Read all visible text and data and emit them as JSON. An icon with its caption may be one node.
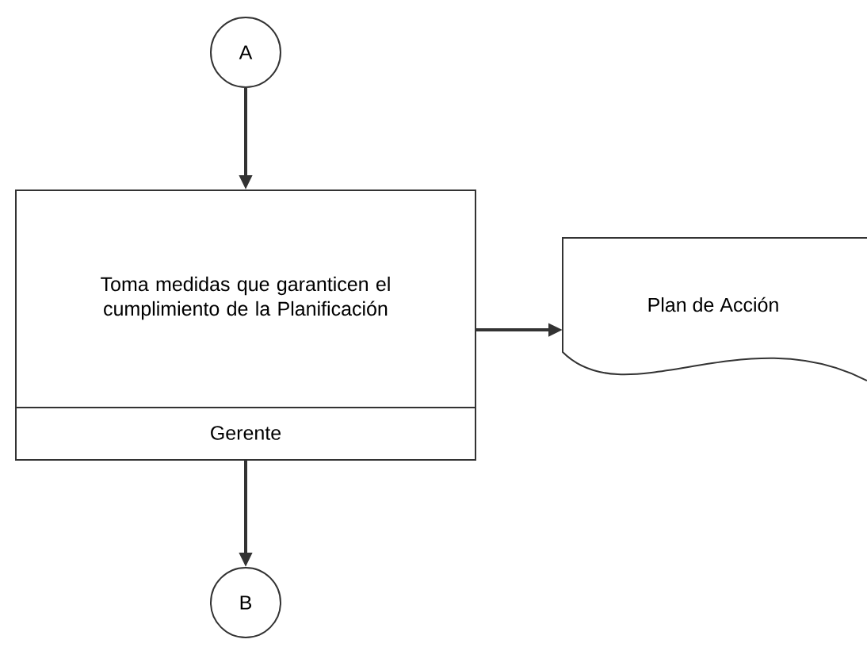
{
  "diagram": {
    "nodes": [
      {
        "text": [
          "A"
        ]
      },
      {
        "text": [
          "Toma medidas que garanticen el cumplimiento de la Planificación",
          "Gerente"
        ]
      },
      {
        "text": [
          "Plan de Acción"
        ]
      },
      {
        "text": [
          "B"
        ]
      }
    ],
    "edges": [
      {
        "from": 0,
        "to": 1,
        "arrow": "to"
      },
      {
        "from": 1,
        "to": 2,
        "arrow": "to"
      },
      {
        "from": 1,
        "to": 3,
        "arrow": "to"
      }
    ]
  }
}
